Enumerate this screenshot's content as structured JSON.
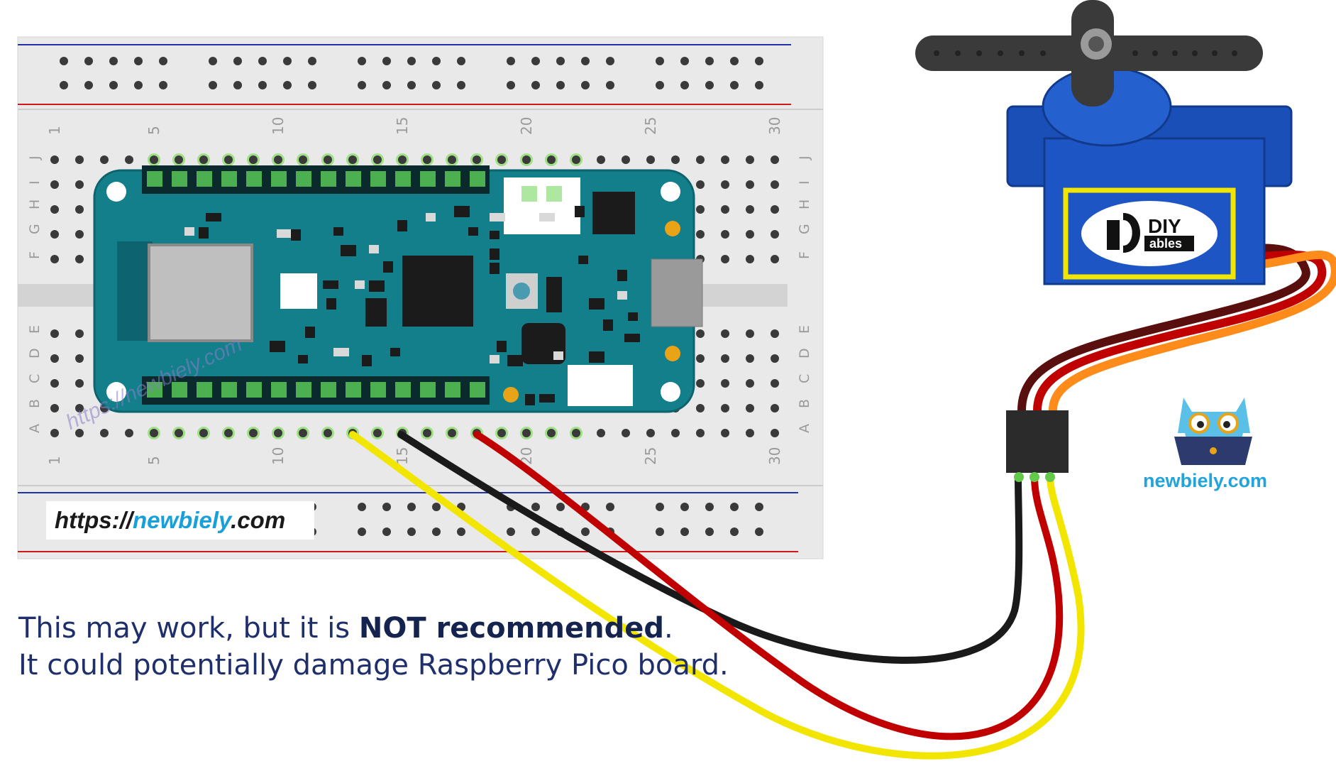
{
  "caption": {
    "line1_prefix": "This may work, but it is ",
    "line1_emphasis": "NOT recommended",
    "line1_suffix": ".",
    "line2": "It could potentially damage Raspberry Pico board."
  },
  "website_label": {
    "prefix": "https://",
    "accent": "newbiely",
    "suffix": ".com"
  },
  "watermark": "https://newbiely.com",
  "owl_logo_text": "newbiely.com",
  "servo_logo": {
    "top": "DIY",
    "bottom": "ables"
  },
  "breadboard": {
    "column_numbers": [
      "1",
      "5",
      "10",
      "15",
      "20",
      "25",
      "30"
    ],
    "row_letters_top": [
      "J",
      "I",
      "H",
      "G",
      "F"
    ],
    "row_letters_bottom": [
      "E",
      "D",
      "C",
      "B",
      "A"
    ]
  },
  "wires": [
    {
      "name": "signal",
      "color": "#f2e600"
    },
    {
      "name": "ground",
      "color": "#1a1a1a"
    },
    {
      "name": "power",
      "color": "#c00000"
    }
  ],
  "servo_cable_colors": [
    "#5a0f0f",
    "#c00000",
    "#ff8c1a"
  ],
  "colors": {
    "board": "#137f8a",
    "board_dark": "#0d6470",
    "servo_body": "#1b4fb8",
    "servo_horn": "#3a3a3a",
    "rail_blue": "#2233aa",
    "rail_red": "#d01818",
    "breadboard": "#e9e9e9",
    "pin_green": "#8fdc6e",
    "caption": "#1f2f6b"
  }
}
